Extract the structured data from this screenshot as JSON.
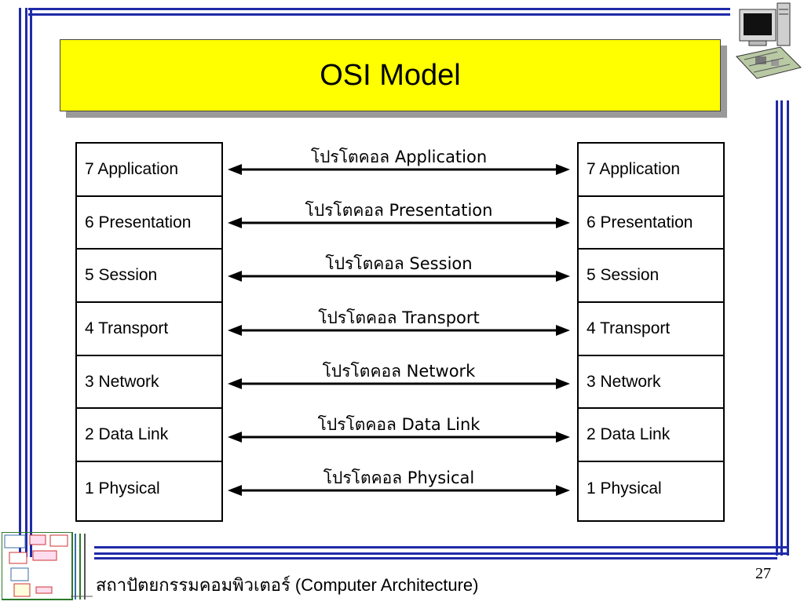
{
  "title": "OSI Model",
  "layers_left": [
    "7 Application",
    "6 Presentation",
    "5 Session",
    "4 Transport",
    "3 Network",
    "2 Data Link",
    "1 Physical"
  ],
  "layers_right": [
    "7 Application",
    "6 Presentation",
    "5 Session",
    "4 Transport",
    "3 Network",
    "2 Data Link",
    "1 Physical"
  ],
  "protocols": [
    "โปรโตคอล Application",
    "โปรโตคอล Presentation",
    "โปรโตคอล Session",
    "โปรโตคอล Transport",
    "โปรโตคอล Network",
    "โปรโตคอล Data Link",
    "โปรโตคอล Physical"
  ],
  "footer": "สถาปัตยกรรมคอมพิวเตอร์ (Computer Architecture)",
  "page_number": "27",
  "colors": {
    "frame": "#1f2aa8",
    "title_bg": "#ffff00"
  }
}
